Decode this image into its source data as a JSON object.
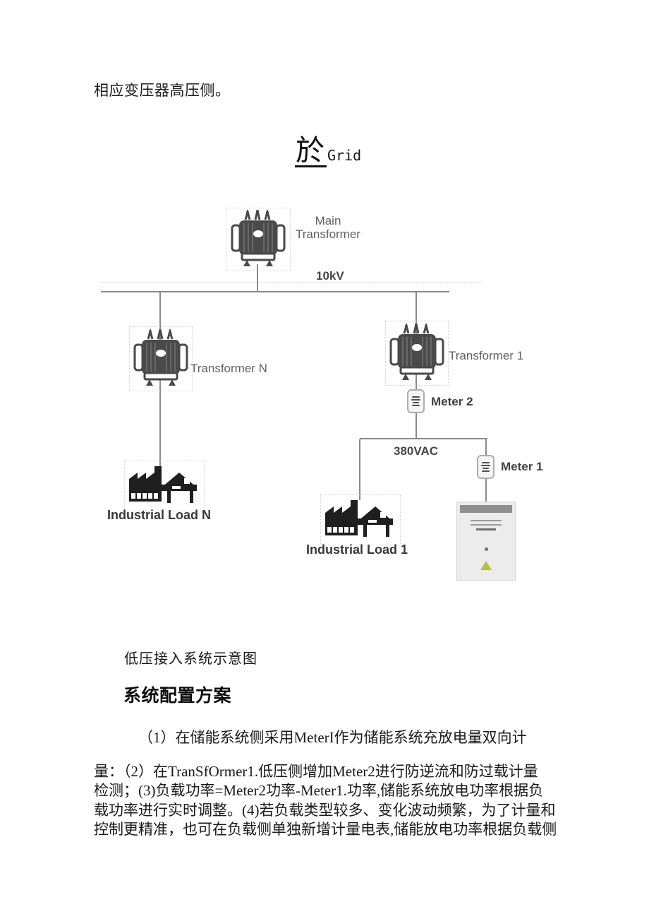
{
  "document": {
    "intro_text": "相应变压器高压侧。",
    "figure_caption": "低压接入系统示意图",
    "section_heading": "系统配置方案",
    "paragraph_first_line": "（1）在储能系统侧采用MeterI作为储能系统充放电量双向计",
    "paragraph_lines": [
      "量：（2）在TranSfOrmer1.低压侧增加Meter2进行防逆流和防过载计量",
      "检测；(3)负载功率=Meter2功率-Meter1.功率,储能系统放电功率根据负",
      "载功率进行实时调整。(4)若负载类型较多、变化波动频繁，为了计量和",
      "控制更精准，也可在负载侧单独新增计量电表,储能放电功率根据负载侧"
    ]
  },
  "diagram": {
    "grid_symbol": "於",
    "grid_label": "Grid",
    "main_transformer_label_line1": "Main",
    "main_transformer_label_line2": "Transformer",
    "hv_bus_voltage": "10kV",
    "transformer_n_label": "Transformer N",
    "transformer_1_label": "Transformer 1",
    "meter_2_label": "Meter 2",
    "lv_bus_voltage": "380VAC",
    "meter_1_label": "Meter 1",
    "industrial_load_n_label": "Industrial Load N",
    "industrial_load_1_label": "Industrial Load 1",
    "icons": {
      "grid": "grid-symbol",
      "transformers": "transformer-icon",
      "meters": "meter-icon",
      "loads": "factory-icon",
      "storage": "battery-cabinet-icon"
    },
    "colors": {
      "line_gray": "#8a8a8a",
      "icon_dark": "#4a4a4a",
      "label_gray": "#616161",
      "label_dark": "#3d3d3d",
      "text_black": "#1a1a1a",
      "cabinet_body": "#ececec",
      "cabinet_top_bar": "#8f8f8f",
      "logo_green": "#b6be3c"
    }
  }
}
